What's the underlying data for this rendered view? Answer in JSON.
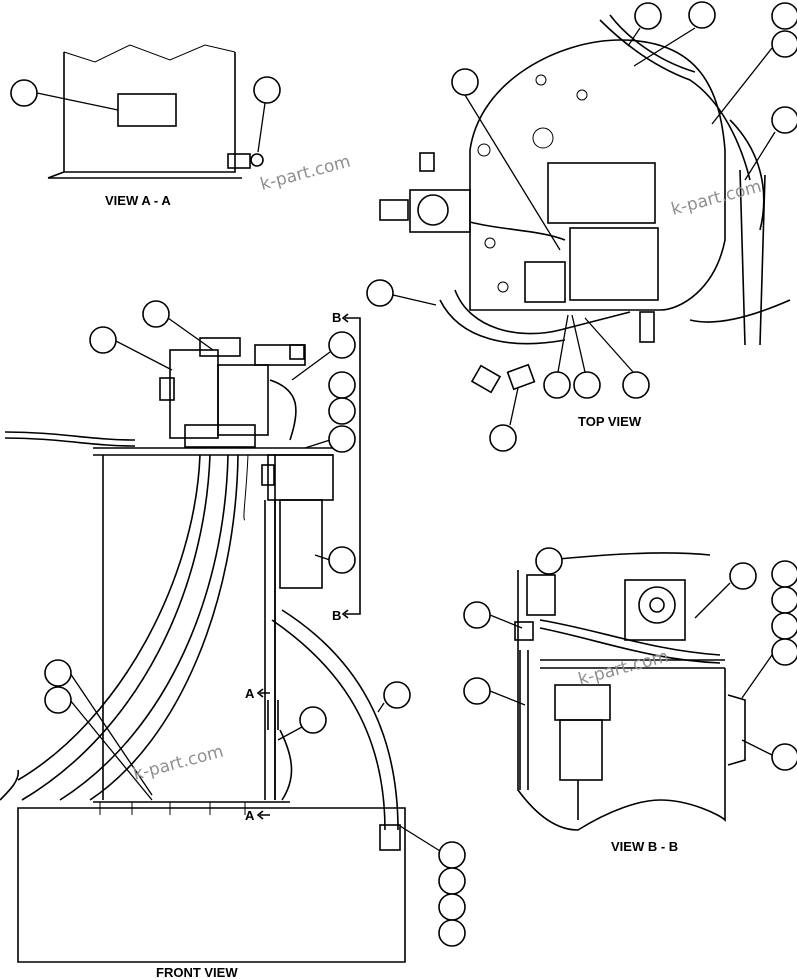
{
  "views": {
    "view_a": "VIEW A - A",
    "top": "TOP VIEW",
    "view_b": "VIEW B - B",
    "front": "FRONT VIEW"
  },
  "section_markers": {
    "b_top": "B",
    "b_bottom": "B",
    "a_top": "A",
    "a_bottom": "A"
  },
  "watermark": "k-part.com"
}
